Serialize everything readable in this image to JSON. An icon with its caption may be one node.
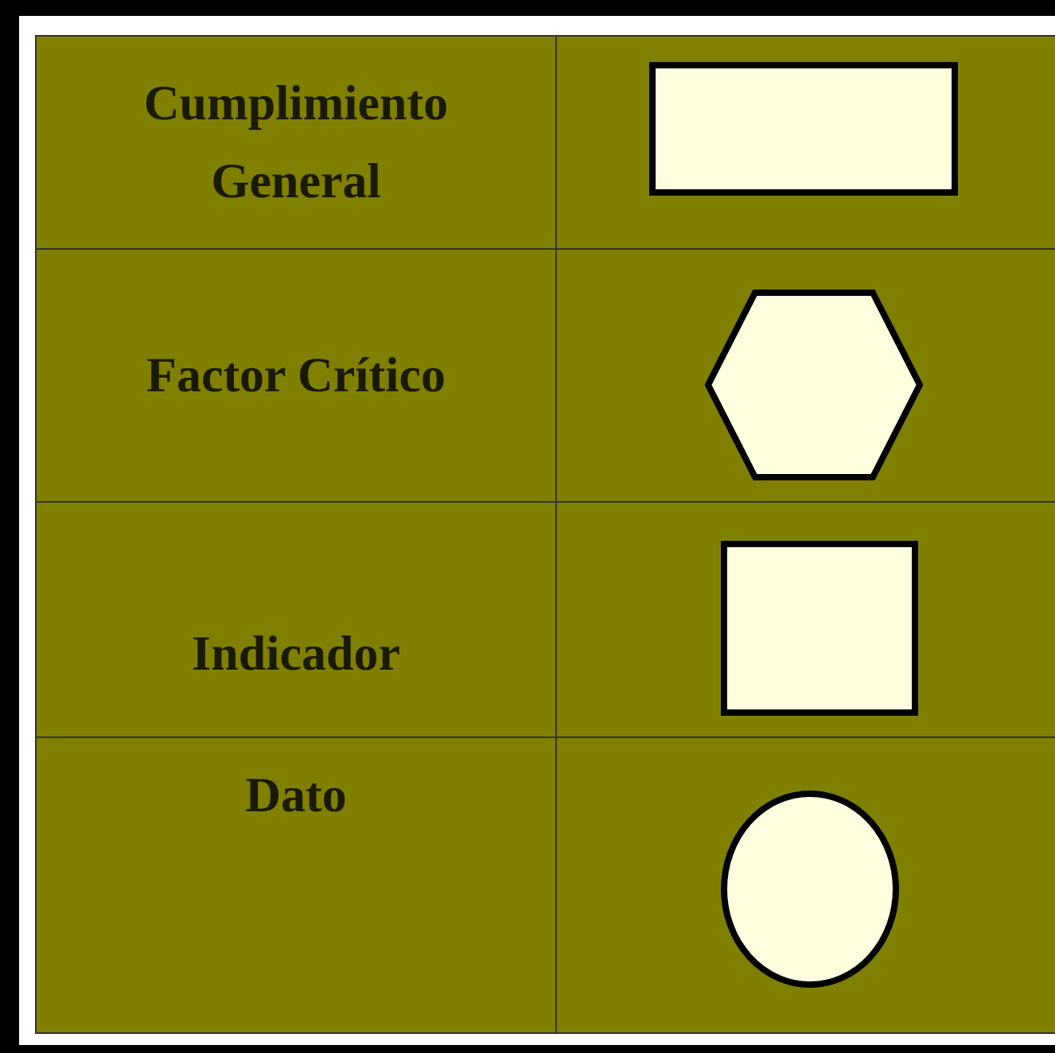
{
  "diagram": {
    "nodes": [
      {
        "text": [],
        "shape": "box"
      },
      {
        "text": [],
        "shape": "hexagon"
      },
      {
        "text": [],
        "shape": "square"
      },
      {
        "text": [],
        "shape": "circle"
      }
    ],
    "labels": [
      "Cumplimiento General",
      "Factor Crítico",
      "Indicador",
      "Dato"
    ]
  }
}
